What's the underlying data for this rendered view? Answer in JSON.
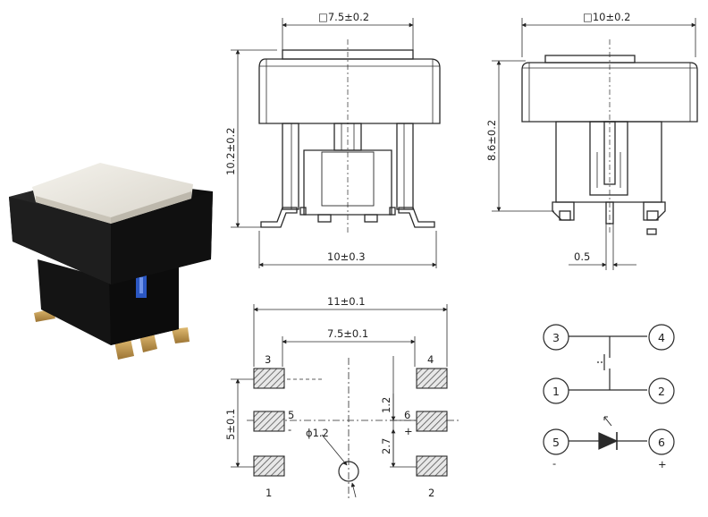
{
  "front_view": {
    "width_top": "□7.5±0.2",
    "height": "10.2±0.2",
    "base_width": "10±0.3"
  },
  "side_view": {
    "width_top": "□10±0.2",
    "height": "8.6±0.2",
    "pin_offset": "0.5"
  },
  "footprint": {
    "overall_width": "11±0.1",
    "inner_width": "7.5±0.1",
    "pitch_vertical": "5±0.1",
    "pad_pitch": "1.2",
    "hole_offset": "2.7",
    "hole_diameter": "ϕ1.2",
    "pads": {
      "p3": "3",
      "p4": "4",
      "p5": "5",
      "p6": "6",
      "p1": "1",
      "p2": "2",
      "minus": "-",
      "plus": "+"
    }
  },
  "schematic": {
    "pins": [
      "3",
      "4",
      "1",
      "2",
      "5",
      "6"
    ],
    "led_minus": "-",
    "led_plus": "+"
  },
  "colors": {
    "line": "#2a2a2a",
    "hatch": "#555555",
    "photo_body": "#1c1c1c",
    "photo_cap": "#e9e6de",
    "pin_gold": "#c79a4e"
  }
}
